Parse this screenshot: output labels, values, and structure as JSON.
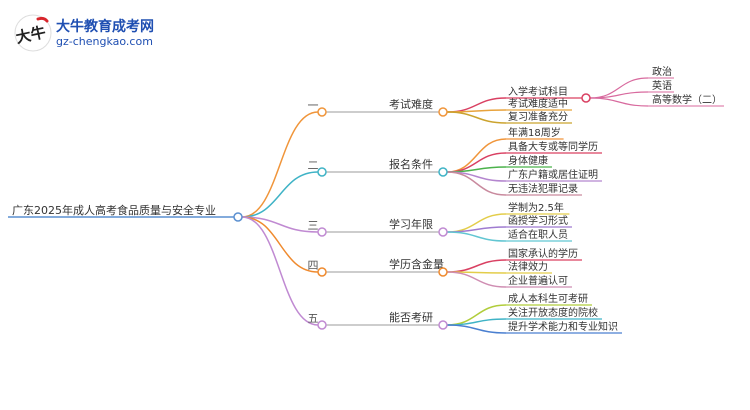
{
  "brand": {
    "name": "大牛教育成考网",
    "url": "gz-chengkao.com",
    "mark_text": "大牛"
  },
  "mindmap": {
    "root": "广东2025年成人高考食品质量与安全专业",
    "line_color": "#9b9b9b",
    "branches": [
      {
        "index": "一",
        "label": "考试难度",
        "color": "#f0953a",
        "children": [
          {
            "label": "入学考试科目",
            "color": "#d94062",
            "children": [
              {
                "label": "政治",
                "color": "#d86a9e"
              },
              {
                "label": "英语",
                "color": "#d86a9e"
              },
              {
                "label": "高等数学（二）",
                "color": "#d86a9e"
              }
            ]
          },
          {
            "label": "考试难度适中",
            "color": "#e8a33c"
          },
          {
            "label": "复习准备充分",
            "color": "#cba32e"
          }
        ]
      },
      {
        "index": "二",
        "label": "报名条件",
        "color": "#3fb3c6",
        "children": [
          {
            "label": "年满18周岁",
            "color": "#f0953a"
          },
          {
            "label": "具备大专或等同学历",
            "color": "#d94062"
          },
          {
            "label": "身体健康",
            "color": "#4bb24b"
          },
          {
            "label": "广东户籍或居住证明",
            "color": "#b486cf"
          },
          {
            "label": "无违法犯罪记录",
            "color": "#c98a9e"
          }
        ]
      },
      {
        "index": "三",
        "label": "学习年限",
        "color": "#c08ad2",
        "children": [
          {
            "label": "学制为2.5年",
            "color": "#e3cd4a"
          },
          {
            "label": "函授学习形式",
            "color": "#9f7bd0"
          },
          {
            "label": "适合在职人员",
            "color": "#62c6d2"
          }
        ]
      },
      {
        "index": "四",
        "label": "学历含金量",
        "color": "#ef8a2e",
        "children": [
          {
            "label": "国家承认的学历",
            "color": "#d94062"
          },
          {
            "label": "法律效力",
            "color": "#e3cd4a"
          },
          {
            "label": "企业普遍认可",
            "color": "#cf8db2"
          }
        ]
      },
      {
        "index": "五",
        "label": "能否考研",
        "color": "#c08ad2",
        "children": [
          {
            "label": "成人本科生可考研",
            "color": "#b1cd3b"
          },
          {
            "label": "关注开放态度的院校",
            "color": "#3fb3c6"
          },
          {
            "label": "提升学术能力和专业知识",
            "color": "#4a7fd0"
          }
        ]
      }
    ]
  }
}
